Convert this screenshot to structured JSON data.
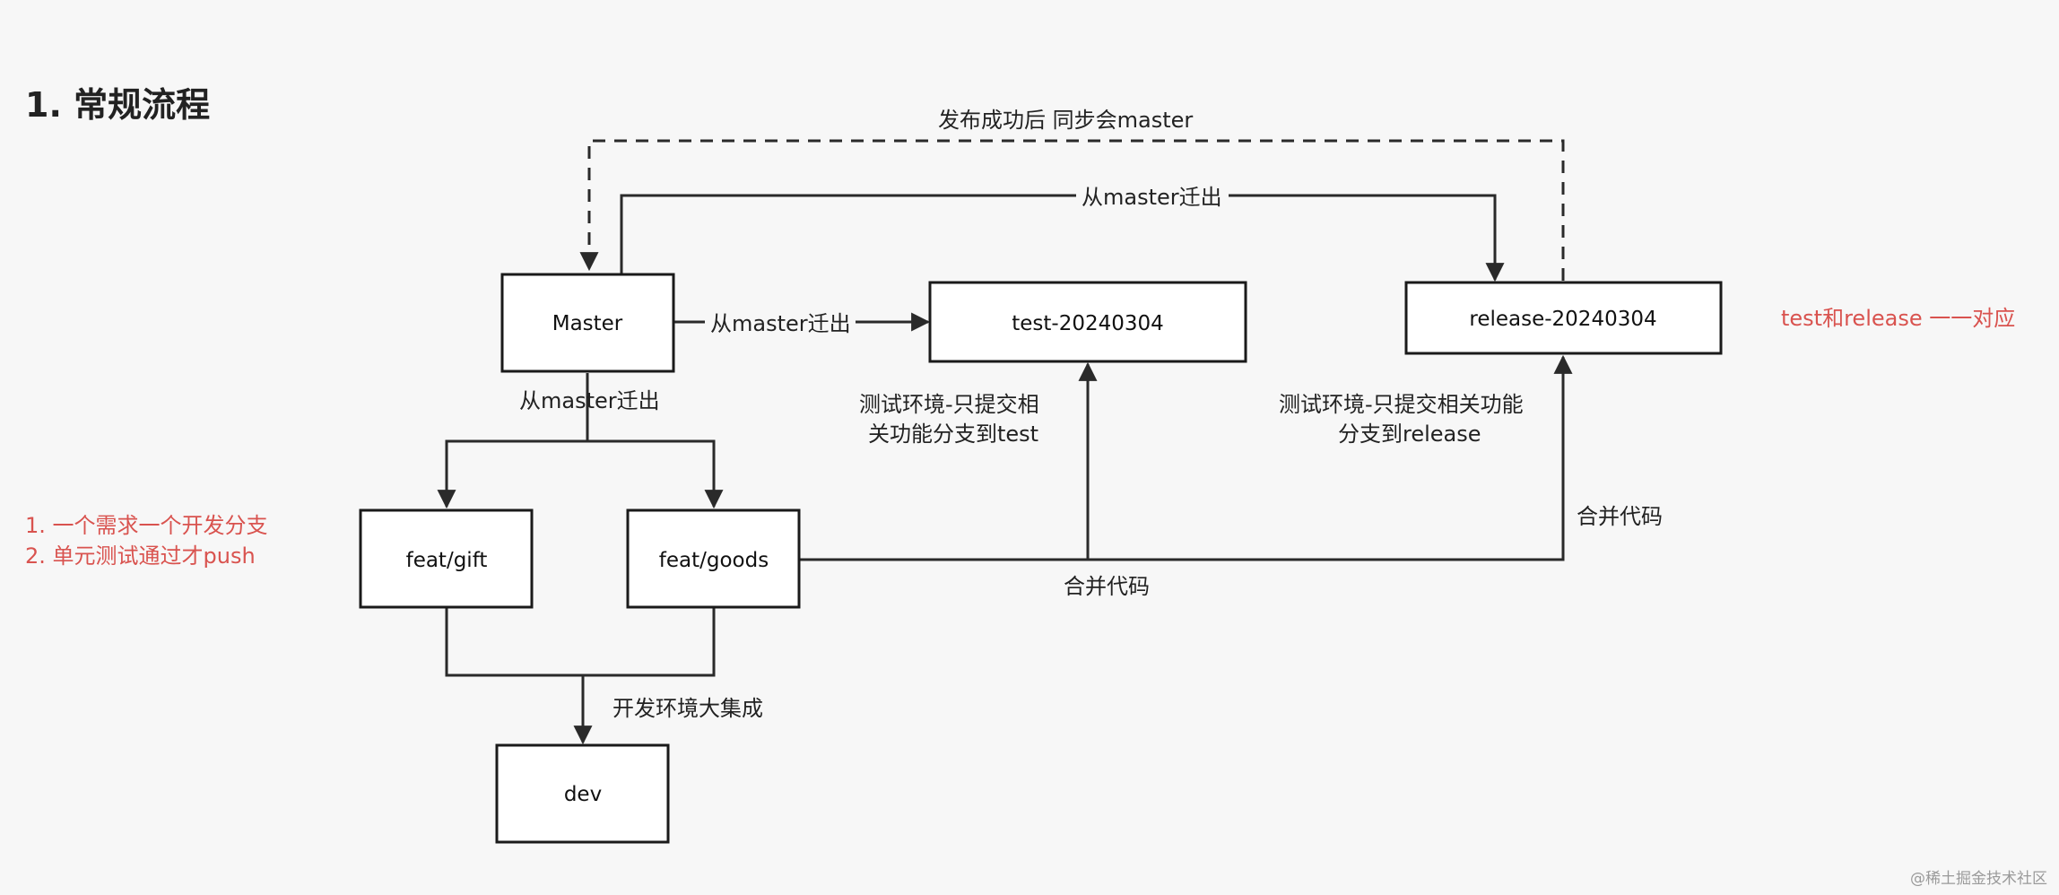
{
  "title": "1. 常规流程",
  "nodes": {
    "master": "Master",
    "test": "test-20240304",
    "release": "release-20240304",
    "feat_gift": "feat/gift",
    "feat_goods": "feat/goods",
    "dev": "dev"
  },
  "edges": {
    "sync_master": "发布成功后 同步会master",
    "master_to_release": "从master迁出",
    "master_to_test": "从master迁出",
    "master_to_feat": "从master迁出",
    "test_note_line1": "测试环境-只提交相",
    "test_note_line2": "关功能分支到test",
    "release_note_line1": "测试环境-只提交相关功能",
    "release_note_line2": "分支到release",
    "merge_to_test": "合并代码",
    "merge_to_release": "合并代码",
    "dev_integration": "开发环境大集成"
  },
  "notes": {
    "mapping": "test和release 一一对应",
    "rule1": "1. 一个需求一个开发分支",
    "rule2": "2. 单元测试通过才push"
  },
  "watermark": "@稀土掘金技术社区"
}
